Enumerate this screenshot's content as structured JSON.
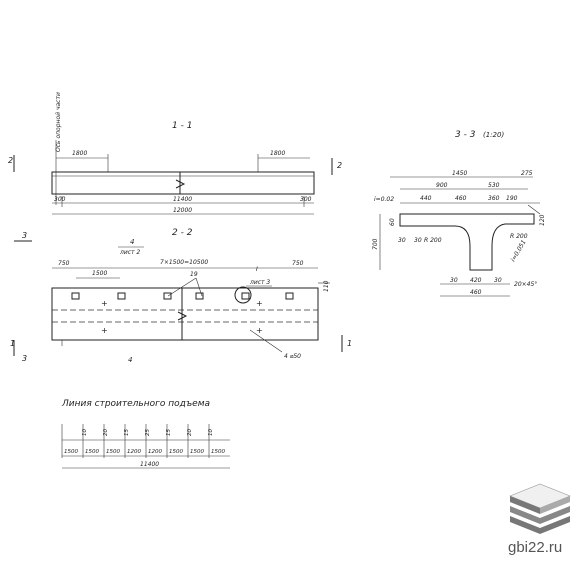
{
  "section_1_1": {
    "title": "1 - 1",
    "marker": "2",
    "support_note": "Ось опорной части",
    "dim_left": "1800",
    "dim_right": "1800",
    "dim_end_left": "300",
    "dim_end_right": "300",
    "dim_mid": "11400",
    "dim_total": "12000"
  },
  "section_2_2": {
    "title": "2 - 2",
    "marker_3": "3",
    "marker_1": "1",
    "view4_label": "4",
    "view4_sheet": "лист 2",
    "dim_750_left": "750",
    "dim_750_right": "750",
    "dim_1500": "1500",
    "dim_spacing": "7×1500=10500",
    "dim_19": "19",
    "detail_label": "I",
    "detail_sheet": "лист 3",
    "dim_110": "110",
    "hole_label": "4 ⌀50"
  },
  "section_3_3": {
    "title": "3 - 3",
    "scale": "(1:20)",
    "dim_1450": "1450",
    "dim_275": "275",
    "dim_900": "900",
    "dim_530": "530",
    "slope": "i=0.02",
    "dim_440": "440",
    "dim_460_top": "460",
    "dim_360": "360",
    "dim_190": "190",
    "dim_120": "120",
    "dim_60": "60",
    "dim_700": "700",
    "dim_30a": "30",
    "dim_30b": "30",
    "r200_left": "R 200",
    "r200_right": "R 200",
    "slope_right": "i=0.051",
    "dim_30c": "30",
    "dim_420": "420",
    "dim_30d": "30",
    "dim_460_bottom": "460",
    "chamfer": "20×45°"
  },
  "camber": {
    "title": "Линия строительного подъема",
    "offsets": [
      "10",
      "20",
      "15",
      "25",
      "15",
      "20",
      "10"
    ],
    "segments": [
      "1500",
      "1500",
      "1500",
      "1200",
      "1200",
      "1500",
      "1500",
      "1500"
    ],
    "total": "11400"
  },
  "watermark": {
    "text": "gbi22.ru",
    "logo_icon": "stacked-slabs-logo"
  }
}
